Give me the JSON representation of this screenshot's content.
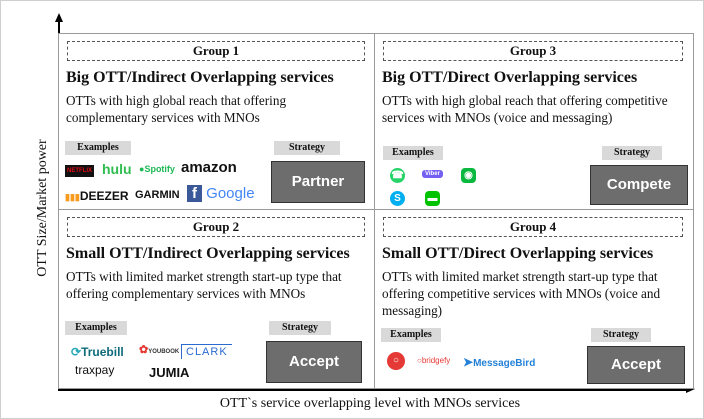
{
  "axes": {
    "y_label": "OTT Size/Market power",
    "x_label": "OTT`s service overlapping level with MNOs services"
  },
  "labels": {
    "examples": "Examples",
    "strategy": "Strategy"
  },
  "quadrants": {
    "q1": {
      "group": "Group 1",
      "title": "Big OTT/Indirect Overlapping services",
      "description": "OTTs with high global reach that offering complementary services with MNOs",
      "strategy": "Partner",
      "logos": {
        "netflix": "NETFLIX",
        "hulu": "hulu",
        "spotify": "Spotify",
        "amazon": "amazon",
        "deezer": "DEEZER",
        "garmin": "GARMIN",
        "google": "Google"
      }
    },
    "q3": {
      "group": "Group 3",
      "title": "Big OTT/Direct Overlapping services",
      "description": "OTTs with high global reach that offering competitive services with MNOs (voice and messaging)",
      "strategy": "Compete",
      "logos": {
        "viber": "Viber"
      }
    },
    "q2": {
      "group": "Group 2",
      "title": "Small OTT/Indirect Overlapping services",
      "description": "OTTs with limited market strength start-up type that offering complementary services with MNOs",
      "strategy": "Accept",
      "logos": {
        "truebill": "Truebill",
        "youbook": "YOUBOOK",
        "clark": "CLARK",
        "traxpay": "traxpay",
        "jumia": "JUMIA"
      }
    },
    "q4": {
      "group": "Group 4",
      "title": "Small OTT/Direct Overlapping services",
      "description": "OTTs with limited market strength start-up type that offering competitive services with MNOs (voice and messaging)",
      "strategy": "Accept",
      "logos": {
        "bridgefy": "bridgefy",
        "messagebird": "MessageBird"
      }
    }
  }
}
